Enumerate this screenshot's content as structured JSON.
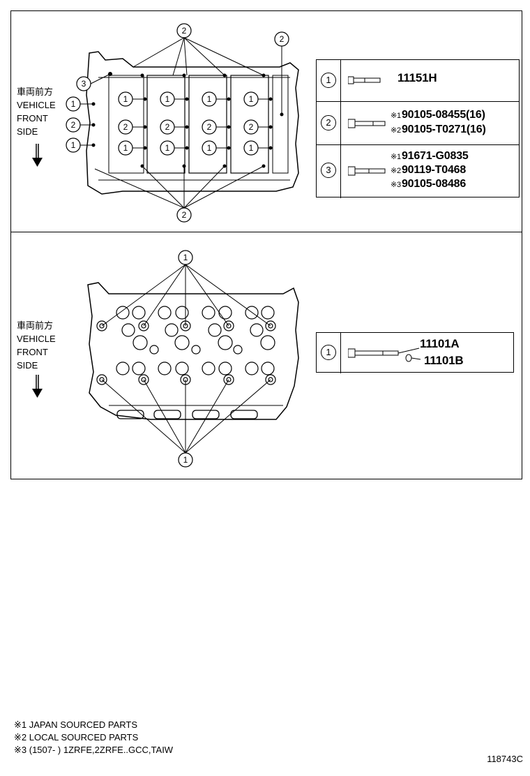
{
  "direction_label": {
    "jp": "車両前方",
    "en_line1": "VEHICLE",
    "en_line2": "FRONT",
    "en_line3": "SIDE"
  },
  "top_panel": {
    "callouts": [
      "2",
      "2",
      "2",
      "3",
      "1",
      "2",
      "1",
      "1",
      "1",
      "1",
      "1",
      "2",
      "2",
      "2",
      "2",
      "1",
      "1",
      "1",
      "1"
    ],
    "parts_table": [
      {
        "ref": "1",
        "lines": [
          {
            "marker": "",
            "part": "11151H"
          }
        ]
      },
      {
        "ref": "2",
        "lines": [
          {
            "marker": "※1",
            "part": "90105-08455(16)"
          },
          {
            "marker": "※2",
            "part": "90105-T0271(16)"
          }
        ]
      },
      {
        "ref": "3",
        "lines": [
          {
            "marker": "※1",
            "part": "91671-G0835"
          },
          {
            "marker": "※2",
            "part": "90119-T0468"
          },
          {
            "marker": "※3",
            "part": "90105-08486"
          }
        ]
      }
    ]
  },
  "bottom_panel": {
    "callouts": [
      "1",
      "1"
    ],
    "parts_table": [
      {
        "ref": "1",
        "lines": [
          {
            "marker": "",
            "part": "11101A"
          },
          {
            "marker": "",
            "part": "11101B"
          }
        ]
      }
    ]
  },
  "notes": [
    "※1 JAPAN SOURCED PARTS",
    "※2 LOCAL SOURCED PARTS",
    "※3 (1507-      ) 1ZRFE,2ZRFE..GCC,TAIW"
  ],
  "figure_number": "118743C"
}
